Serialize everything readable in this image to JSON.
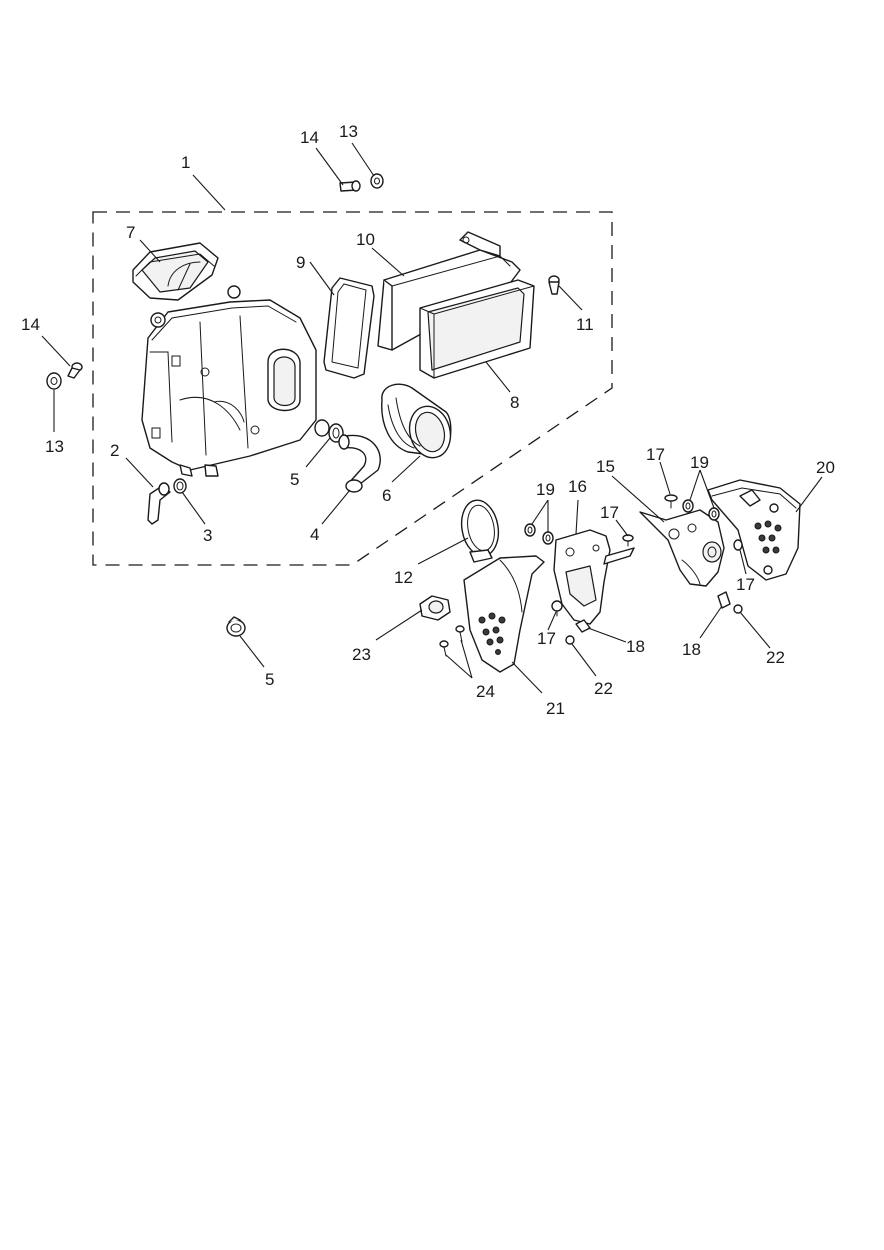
{
  "diagram": {
    "callouts": [
      {
        "id": "c1",
        "label": "1"
      },
      {
        "id": "c2",
        "label": "2"
      },
      {
        "id": "c3",
        "label": "3"
      },
      {
        "id": "c4",
        "label": "4"
      },
      {
        "id": "c5a",
        "label": "5"
      },
      {
        "id": "c5b",
        "label": "5"
      },
      {
        "id": "c6",
        "label": "6"
      },
      {
        "id": "c7",
        "label": "7"
      },
      {
        "id": "c8",
        "label": "8"
      },
      {
        "id": "c9",
        "label": "9"
      },
      {
        "id": "c10",
        "label": "10"
      },
      {
        "id": "c11",
        "label": "11"
      },
      {
        "id": "c12",
        "label": "12"
      },
      {
        "id": "c13a",
        "label": "13"
      },
      {
        "id": "c13b",
        "label": "13"
      },
      {
        "id": "c14a",
        "label": "14"
      },
      {
        "id": "c14b",
        "label": "14"
      },
      {
        "id": "c15",
        "label": "15"
      },
      {
        "id": "c16",
        "label": "16"
      },
      {
        "id": "c17a",
        "label": "17"
      },
      {
        "id": "c17b",
        "label": "17"
      },
      {
        "id": "c17c",
        "label": "17"
      },
      {
        "id": "c17d",
        "label": "17"
      },
      {
        "id": "c18a",
        "label": "18"
      },
      {
        "id": "c18b",
        "label": "18"
      },
      {
        "id": "c19a",
        "label": "19"
      },
      {
        "id": "c19b",
        "label": "19"
      },
      {
        "id": "c20",
        "label": "20"
      },
      {
        "id": "c21",
        "label": "21"
      },
      {
        "id": "c22a",
        "label": "22"
      },
      {
        "id": "c22b",
        "label": "22"
      },
      {
        "id": "c23",
        "label": "23"
      },
      {
        "id": "c24",
        "label": "24"
      }
    ]
  }
}
